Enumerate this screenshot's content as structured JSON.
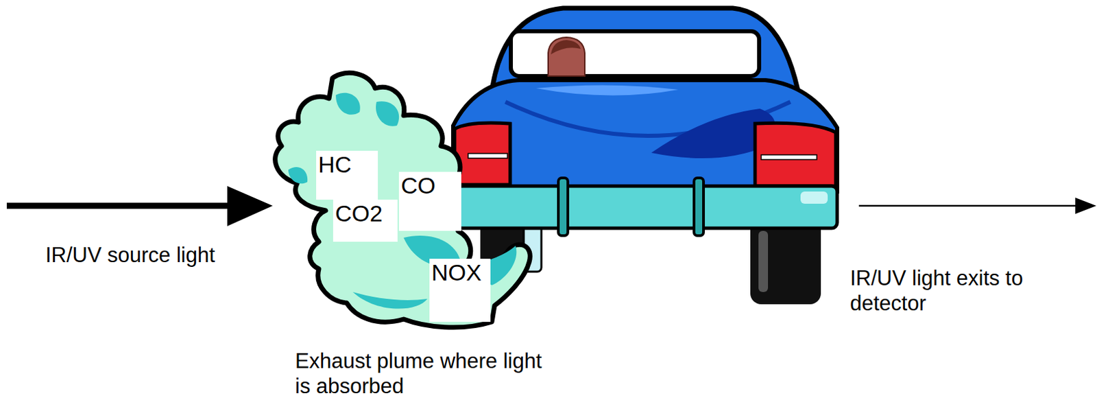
{
  "diagram": {
    "nodes": [
      {
        "text": [
          "Exhaust plume where light is absorbed"
        ]
      },
      {
        "text": [
          "HC"
        ],
        "in": 0
      },
      {
        "text": [
          "CO"
        ],
        "in": 0
      },
      {
        "text": [
          "CO2"
        ],
        "in": 0
      },
      {
        "text": [
          "NOX"
        ],
        "in": 0
      }
    ],
    "labels": [
      "IR/UV source light",
      "IR/UV light exits to detector"
    ]
  }
}
